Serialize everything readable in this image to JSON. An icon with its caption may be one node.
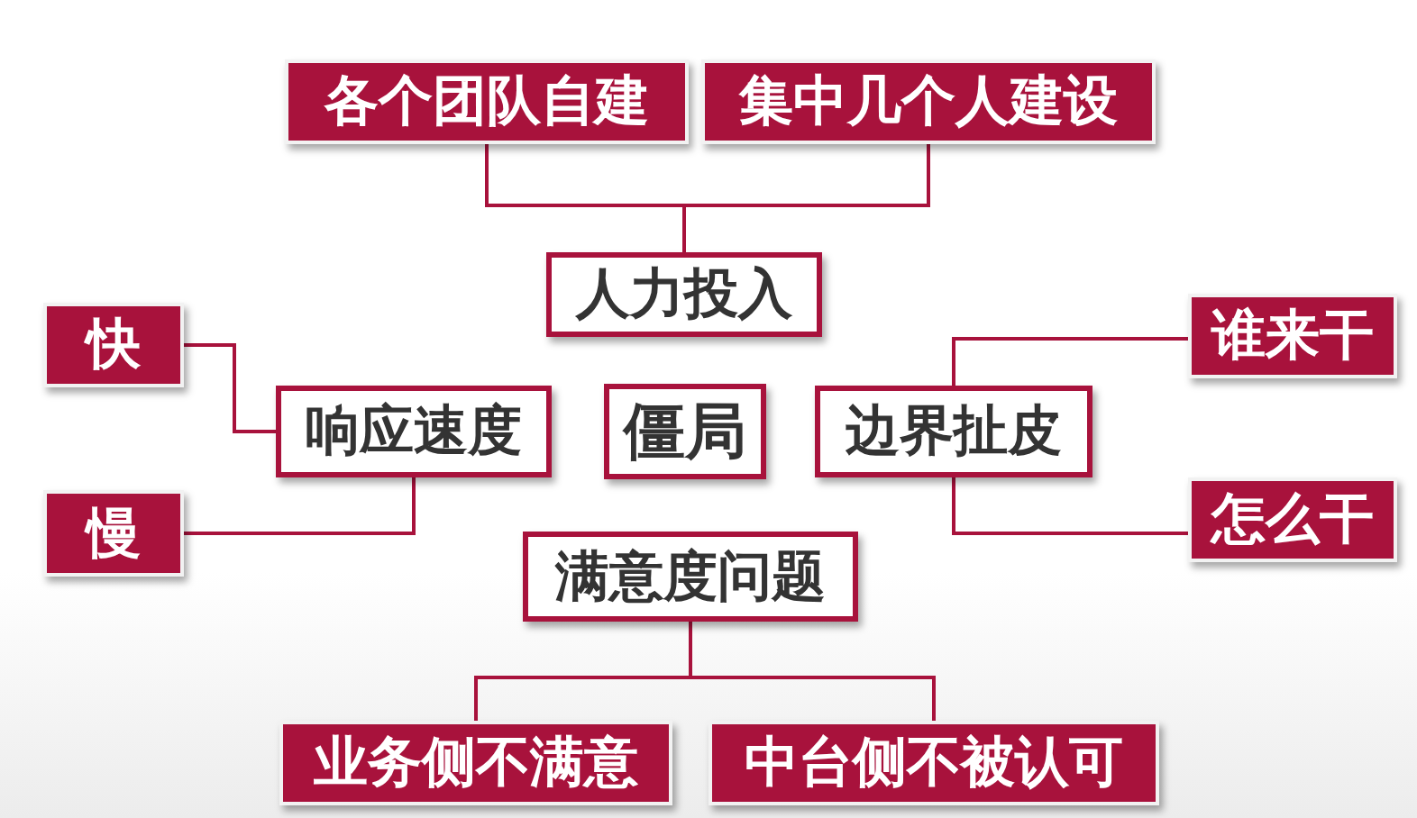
{
  "diagram": {
    "nodes": [
      {
        "text": [
          "各个团队自建"
        ]
      },
      {
        "text": [
          "集中几个人建设"
        ]
      },
      {
        "text": [
          "人力投入"
        ]
      },
      {
        "text": [
          "快"
        ]
      },
      {
        "text": [
          "响应速度"
        ]
      },
      {
        "text": [
          "僵局"
        ]
      },
      {
        "text": [
          "边界扯皮"
        ]
      },
      {
        "text": [
          "谁来干"
        ]
      },
      {
        "text": [
          "慢"
        ]
      },
      {
        "text": [
          "怎么干"
        ]
      },
      {
        "text": [
          "满意度问题"
        ]
      },
      {
        "text": [
          "业务侧不满意"
        ]
      },
      {
        "text": [
          "中台侧不被认可"
        ]
      }
    ],
    "edges": [
      {
        "from": 2,
        "to": 0,
        "arrow": "none"
      },
      {
        "from": 2,
        "to": 1,
        "arrow": "none"
      },
      {
        "from": 4,
        "to": 3,
        "arrow": "none"
      },
      {
        "from": 4,
        "to": 8,
        "arrow": "none"
      },
      {
        "from": 6,
        "to": 7,
        "arrow": "none"
      },
      {
        "from": 6,
        "to": 9,
        "arrow": "none"
      },
      {
        "from": 10,
        "to": 11,
        "arrow": "none"
      },
      {
        "from": 10,
        "to": 12,
        "arrow": "none"
      }
    ]
  }
}
